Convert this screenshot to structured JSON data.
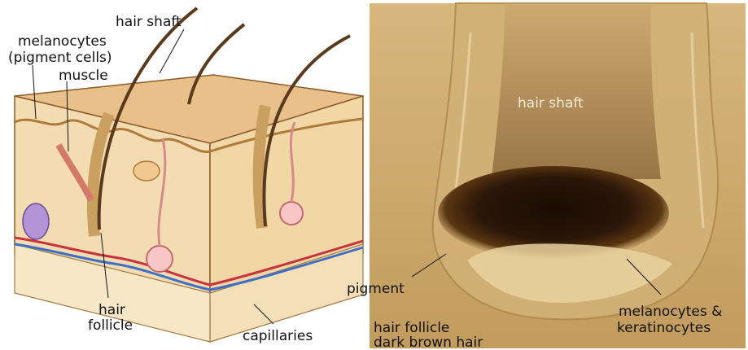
{
  "left_panel": {
    "labels": {
      "hair_shaft": "hair shaft",
      "melanocytes_line1": "melanocytes",
      "melanocytes_line2": "(pigment cells)",
      "muscle": "muscle",
      "hair_follicle_line1": "hair",
      "hair_follicle_line2": "follicle",
      "capillaries": "capillaries"
    }
  },
  "right_panel": {
    "labels": {
      "hair_shaft": "hair shaft",
      "pigment": "pigment",
      "melanocytes_keratinocytes_line1": "melanocytes &",
      "melanocytes_keratinocytes_line2": "keratinocytes",
      "caption_line1": "hair follicle",
      "caption_line2": "dark brown hair"
    }
  },
  "colors": {
    "skin_top": "#e9c08a",
    "skin_side": "#f3dcb2",
    "fat_layer": "#f6e7c6",
    "artery": "#c8323c",
    "vein": "#3f6fc4",
    "micrograph_bg": "#c8a468",
    "pigment_dark": "#2b1608"
  }
}
